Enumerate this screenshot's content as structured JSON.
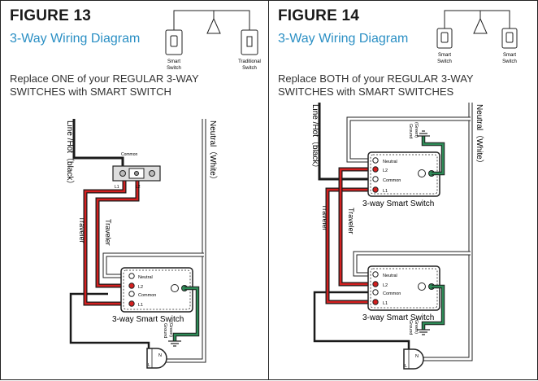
{
  "figure13": {
    "title": "FIGURE 13",
    "subtitle": "3-Way Wiring Diagram",
    "description_line1": "Replace ONE of your REGULAR 3-WAY",
    "description_line2": "SWITCHES with SMART SWITCH",
    "icon_labels": {
      "smart_line1": "Smart",
      "smart_line2": "Switch",
      "trad_line1": "Traditional",
      "trad_line2": "Switch"
    },
    "labels": {
      "line_hot": "Line /Hot（black）",
      "neutral": "Neutral（White）",
      "common": "Common",
      "l1": "L1",
      "l2": "L2",
      "traveler": "Traveler",
      "ground": "Ground",
      "ground_color": "(Green)",
      "switch_name": "3-way Smart Switch",
      "load_n": "N",
      "load_l": "L"
    },
    "terminals": [
      "Neutral",
      "L2",
      "Common",
      "L1"
    ]
  },
  "figure14": {
    "title": "FIGURE 14",
    "subtitle": "3-Way Wiring Diagram",
    "description_line1": "Replace BOTH of your REGULAR 3-WAY",
    "description_line2": "SWITCHES with SMART SWITCHES",
    "icon_labels": {
      "smart_line1": "Smart",
      "smart_line2": "Switch"
    },
    "labels": {
      "line_hot": "Line /Hot（black）",
      "neutral": "Neutral（White）",
      "traveler": "Traveler",
      "ground": "Ground",
      "ground_color": "(Green)",
      "switch_name": "3-way Smart Switch",
      "load_n": "N",
      "load_l": "L"
    },
    "terminals": [
      "Neutral",
      "L2",
      "Common",
      "L1"
    ]
  },
  "colors": {
    "accent": "#2a8fc4",
    "hot": "#1a1a1a",
    "traveler_red": "#d42020",
    "neutral_white": "#ffffff",
    "ground_green": "#2e8b57"
  }
}
